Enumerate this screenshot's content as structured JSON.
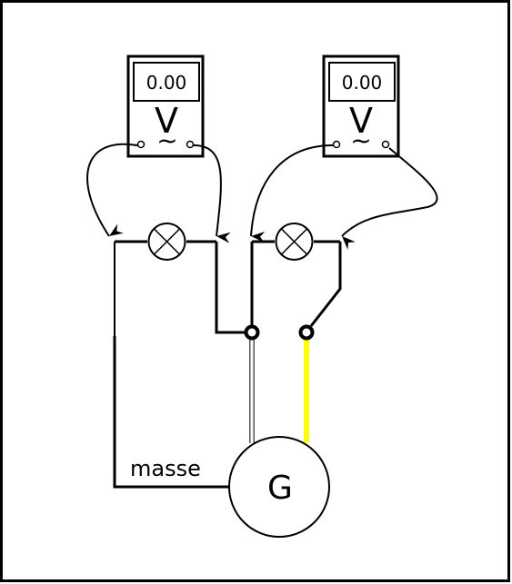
{
  "voltmeters": [
    {
      "reading": "0.00",
      "unit": "V",
      "mode_symbol": "~"
    },
    {
      "reading": "0.00",
      "unit": "V",
      "mode_symbol": "~"
    }
  ],
  "generator": {
    "label": "G"
  },
  "ground": {
    "label": "masse"
  },
  "colors": {
    "wire": "#000000",
    "phase_wire": "#ffff00",
    "neutral_wire_outline": "#555555",
    "background": "#ffffff"
  },
  "icons": [
    "lamp-icon",
    "terminal-icon",
    "probe-arrow-icon"
  ]
}
